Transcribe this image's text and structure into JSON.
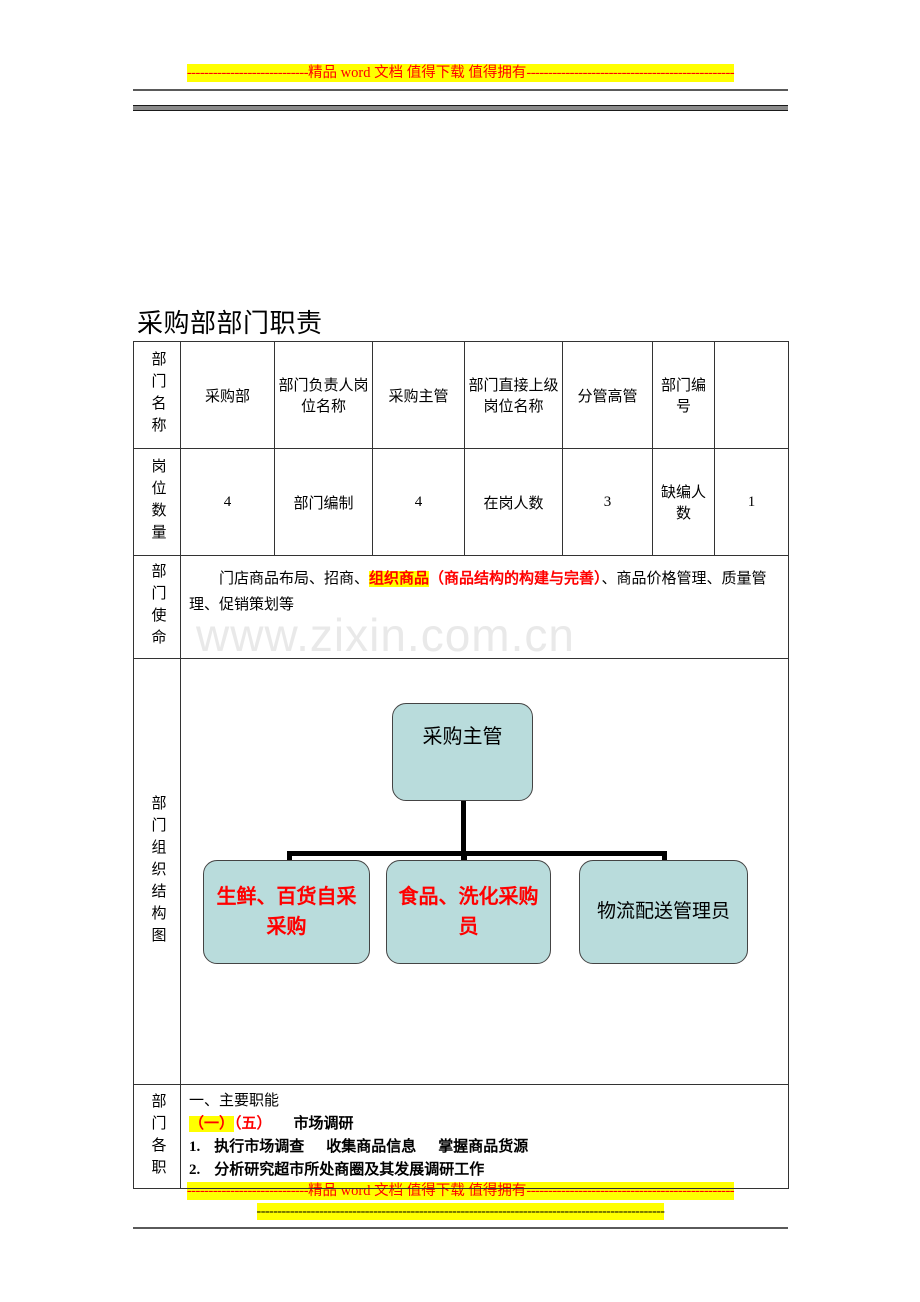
{
  "header": {
    "banner_dash_left": "----------------------------",
    "banner_text": "精品 word 文档  值得下载  值得拥有",
    "banner_dash_right": "------------------------------------------------"
  },
  "footer": {
    "banner_dash_left": "----------------------------",
    "banner_text": "精品 word 文档  值得下载  值得拥有",
    "banner_dash_right": "------------------------------------------------",
    "banner2_dashes": "--------------------------------------------------------------------------------------------------"
  },
  "watermark": {
    "text": "www.zixin.com.cn"
  },
  "document": {
    "title": "采购部部门职责"
  },
  "table": {
    "row1": {
      "label": "部门名称",
      "value1": "采购部",
      "label2": "部门负责人岗位名称",
      "value2": "采购主管",
      "label3": "部门直接上级岗位名称",
      "value3": "分管高管",
      "label4": "部门编号",
      "value4": ""
    },
    "row2": {
      "label": "岗位数量",
      "value1": "4",
      "label2": "部门编制",
      "value2": "4",
      "label3": "在岗人数",
      "value3": "3",
      "label4": "缺编人数",
      "value4": "1"
    },
    "mission": {
      "label": "部门使命",
      "text_part1": "门店商品布局、招商、",
      "text_highlight": "组织商品",
      "text_red_paren": "（商品结构的构建与完善）",
      "text_part2": "、商品价格管理、质量管理、促销策划等"
    },
    "orgchart": {
      "label": "部门组织结构图",
      "top_node": "采购主管",
      "child1": "生鲜、百货自采采购",
      "child2": "食品、洗化采购员",
      "child3": "物流配送管理员"
    },
    "duties": {
      "label": "部门各职",
      "line1": "一、主要职能",
      "line2_highlight": "（一）",
      "line2_red": "（五）",
      "line2_text": "市场调研",
      "line3_num": "1.",
      "line3_a": "执行市场调查",
      "line3_b": "收集商品信息",
      "line3_c": "掌握商品货源",
      "line4_num": "2.",
      "line4_text": "分析研究超市所处商圈及其发展调研工作"
    }
  },
  "colors": {
    "node_fill": "#b9dcdc",
    "highlight": "#ffff00",
    "accent_red": "#ff0000",
    "rule_gray": "#5a5a5a"
  }
}
